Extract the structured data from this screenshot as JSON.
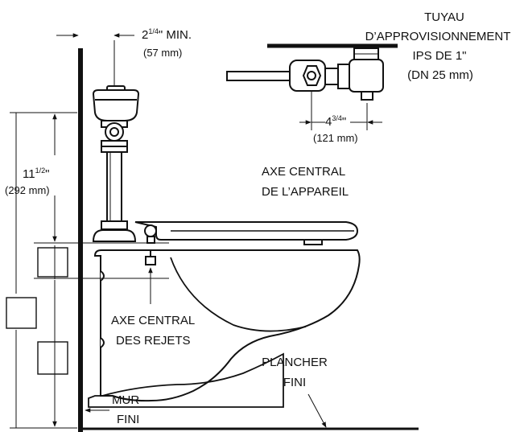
{
  "labels": {
    "supply_pipe": [
      "TUYAU",
      "D’APPROVISIONNEMENT",
      "IPS DE 1\"",
      "(DN 25 mm)"
    ],
    "offset_min": {
      "whole": "2",
      "num": "1",
      "den": "4",
      "suffix": "\" MIN.",
      "metric": "(57 mm)"
    },
    "offset_horizontal": {
      "whole": "4",
      "num": "3",
      "den": "4",
      "suffix": "\"",
      "metric": "(121 mm)"
    },
    "fixture_centerline": [
      "AXE CENTRAL",
      "DE L’APPAREIL"
    ],
    "height": {
      "whole": "11",
      "num": "1",
      "den": "2",
      "suffix": "\"",
      "metric": "(292 mm)"
    },
    "outlet_centerline": [
      "AXE CENTRAL",
      "DES REJETS"
    ],
    "finished_floor": [
      "PLANCHER",
      "FINI"
    ],
    "finished_wall": [
      "MUR",
      "FINI"
    ]
  }
}
